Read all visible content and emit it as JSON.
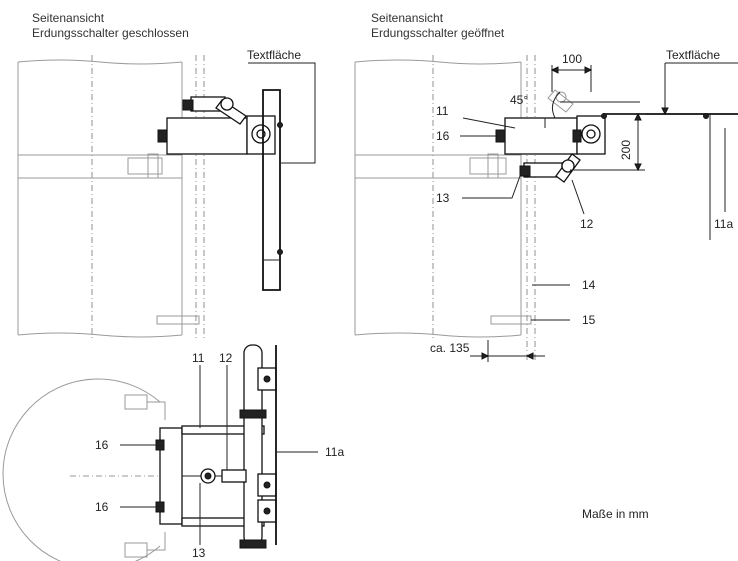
{
  "views": {
    "left_title_1": "Seitenansicht",
    "left_title_2": "Erdungsschalter geschlossen",
    "right_title_1": "Seitenansicht",
    "right_title_2": "Erdungsschalter geöffnet"
  },
  "labels": {
    "textflaeche_left": "Textfläche",
    "textflaeche_right": "Textfläche",
    "dim_100": "100",
    "dim_200": "200",
    "angle_45": "45°",
    "dim_135": "ca. 135",
    "r_11": "11",
    "r_16": "16",
    "r_13": "13",
    "r_12": "12",
    "r_11a": "11a",
    "r_14": "14",
    "r_15": "15",
    "b_11": "11",
    "b_12": "12",
    "b_16a": "16",
    "b_16b": "16",
    "b_11a": "11a",
    "b_13": "13",
    "units_note": "Maße in mm"
  }
}
